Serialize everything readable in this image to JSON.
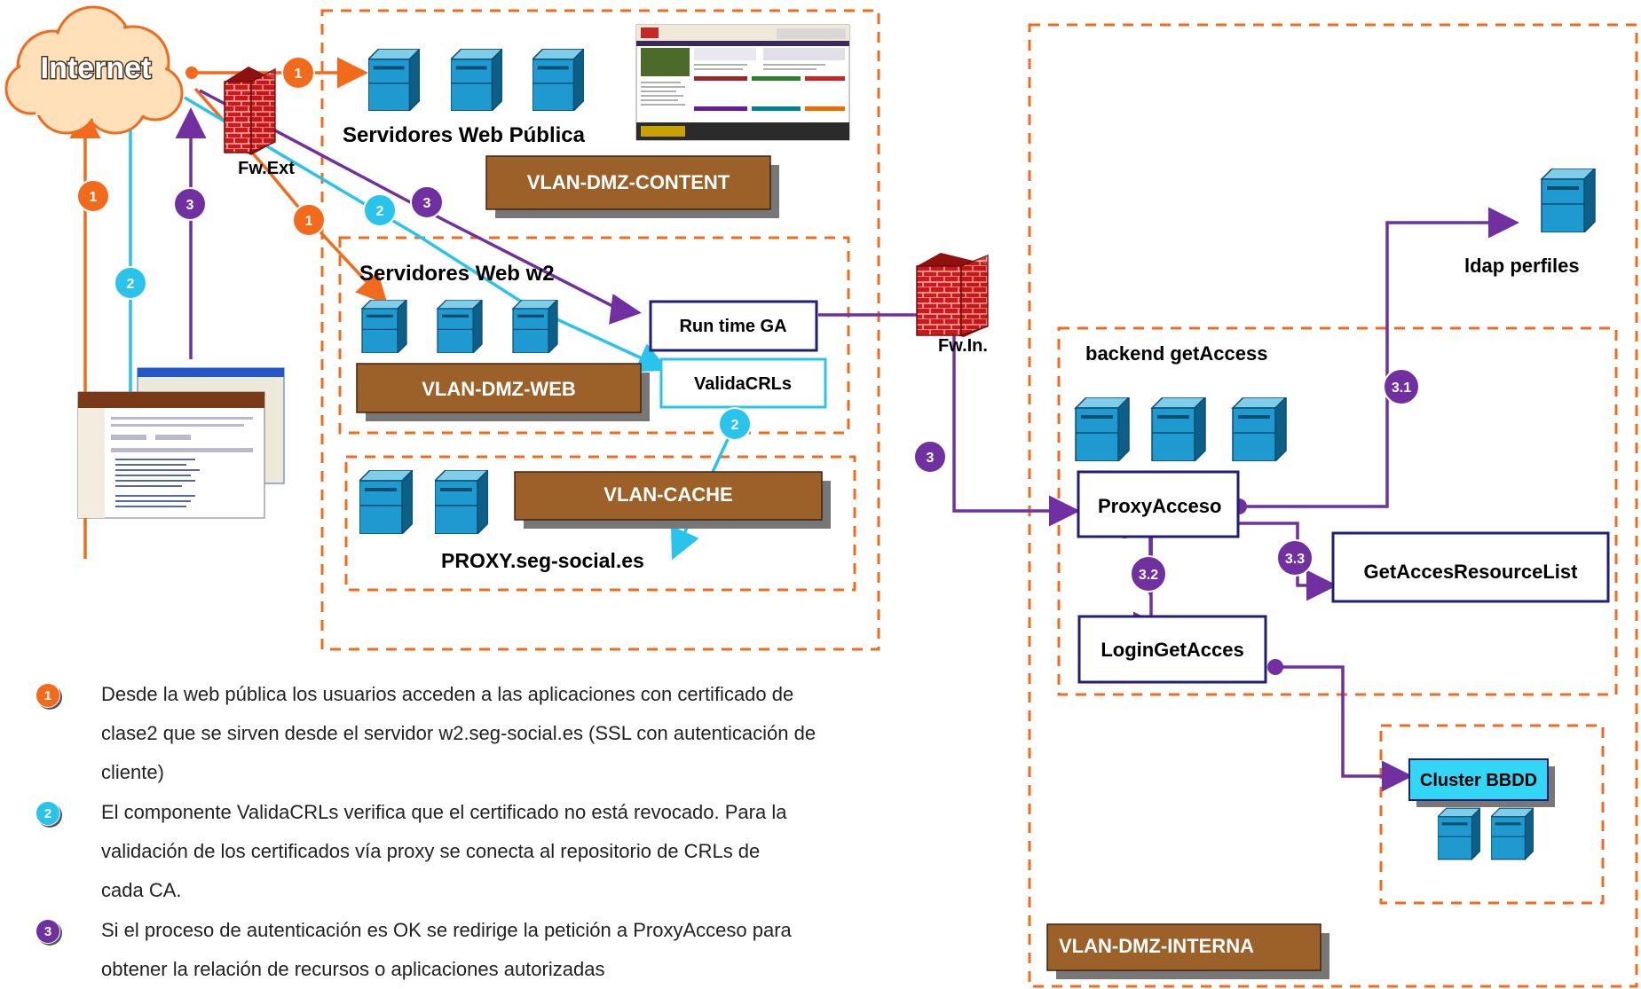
{
  "nodes": {
    "internet": "Internet",
    "fw_ext": "Fw.Ext",
    "fw_in": "Fw.In.",
    "web_publica": "Servidores Web Pública",
    "vlan_content": "VLAN-DMZ-CONTENT",
    "web_w2": "Servidores Web w2",
    "vlan_web": "VLAN-DMZ-WEB",
    "runtime": "Run time GA",
    "validacrls": "ValidaCRLs",
    "vlan_cache": "VLAN-CACHE",
    "proxy_seg": "PROXY.seg-social.es",
    "ldap": "ldap perfiles",
    "backend": "backend getAccess",
    "proxyacceso": "ProxyAcceso",
    "getacces": "GetAccesResourceList",
    "login": "LoginGetAcces",
    "cluster": "Cluster BBDD",
    "vlan_interna": "VLAN-DMZ-INTERNA"
  },
  "badges": {
    "b1": "1",
    "b2": "2",
    "b3": "3",
    "b31": "3.1",
    "b32": "3.2",
    "b33": "3.3"
  },
  "legend": [
    {
      "num": "1",
      "color": "#f26b1d",
      "text_lines": [
        "Desde la web pública los usuarios acceden a las aplicaciones con certificado de",
        "clase2 que se sirven desde el servidor w2.seg-social.es (SSL con autenticación de",
        "cliente)"
      ]
    },
    {
      "num": "2",
      "color": "#29c3ec",
      "text_lines": [
        "El componente ValidaCRLs verifica que el certificado no está revocado. Para la",
        "validación de los certificados vía proxy se conecta al repositorio de CRLs de",
        "cada CA."
      ]
    },
    {
      "num": "3",
      "color": "#7030a0",
      "text_lines": [
        "Si el proceso de autenticación es OK se redirige la petición a ProxyAcceso para",
        "obtener la relación de recursos o aplicaciones autorizadas"
      ]
    }
  ],
  "colors": {
    "orange": "#f26b1d",
    "cyan": "#29c3ec",
    "purple": "#7030a0",
    "navy": "#1f1f7a",
    "brown": "#9c6128",
    "server": "#1e9ad0"
  }
}
